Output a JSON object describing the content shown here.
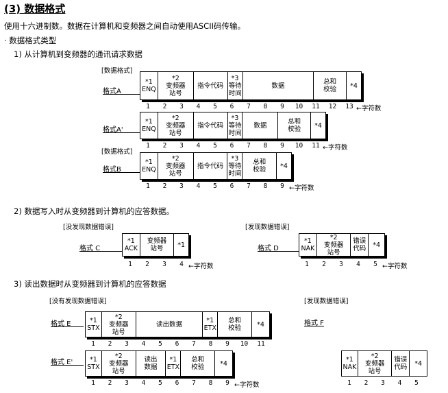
{
  "heading": "(3) 数据格式",
  "intro": "使用十六进制数。数据在计算机和变频器之间自动使用ASCII码传输。",
  "bullet": "· 数据格式类型",
  "section1": "1) 从计算机到变频器的通讯请求数据",
  "section2": "2) 数据写入时从变频器到计算机的应答数据。",
  "section3": "3) 读出数据时从变频器到计算机的应答数据",
  "label_format": "[数据格式]",
  "label_format2": "[数据格式]",
  "label_no_error": "[没发现数据错误]",
  "label_error": "[发现数据错误]",
  "label_no_error3": "[没有发现数据错误]",
  "label_error3": "[发现数据错误]",
  "count_label": "←字符数",
  "frames": {
    "A": {
      "name": "格式A",
      "cells": [
        "*1\nENQ",
        "*2\n变频器\n站号",
        "指令代码",
        "*3\n等待\n时间",
        "数据",
        "总和\n校验",
        "*4"
      ],
      "ticks": [
        "1",
        "2",
        "3",
        "4",
        "5",
        "6",
        "7",
        "8",
        "9",
        "10",
        "11",
        "12",
        "13"
      ]
    },
    "A2": {
      "name": "格式A'",
      "cells": [
        "*1\nENQ",
        "*2\n变频器\n站号",
        "指令代码",
        "*3\n等待\n时间",
        "数据",
        "总和\n校验",
        "*4"
      ],
      "ticks": [
        "1",
        "2",
        "3",
        "4",
        "5",
        "6",
        "7",
        "8",
        "9",
        "10",
        "11"
      ]
    },
    "B": {
      "name": "格式B",
      "cells": [
        "*1\nENQ",
        "*2\n变频器\n站号",
        "指令代码",
        "*3\n等待\n时间",
        "总和\n校验",
        "*4"
      ],
      "ticks": [
        "1",
        "2",
        "3",
        "4",
        "5",
        "6",
        "7",
        "8",
        "9"
      ]
    },
    "C": {
      "name": "格式 C",
      "cells": [
        "*1\nACK",
        "变频器\n站号",
        "*1"
      ],
      "ticks": [
        "1",
        "2",
        "3",
        "4"
      ]
    },
    "D": {
      "name": "格式 D",
      "cells": [
        "*1\nNAK",
        "*2\n变频器\n站号",
        "错误\n代码",
        "*4"
      ],
      "ticks": [
        "1",
        "2",
        "3",
        "4",
        "5"
      ]
    },
    "E": {
      "name": "格式 E",
      "cells": [
        "*1\nSTX",
        "*2\n变频器\n站号",
        "读出数据",
        "*1\nETX",
        "总和\n校验",
        "*4"
      ],
      "ticks": [
        "1",
        "2",
        "3",
        "4",
        "5",
        "6",
        "7",
        "8",
        "9",
        "10",
        "11"
      ]
    },
    "E2": {
      "name": "格式 E'",
      "cells": [
        "*1\nSTX",
        "*2\n变频器\n站号",
        "读出\n数据",
        "*1\nETX",
        "总和\n校验",
        "*4"
      ],
      "ticks": [
        "1",
        "2",
        "3",
        "4",
        "5",
        "6",
        "7",
        "8",
        "9"
      ]
    },
    "F": {
      "name": "格式 F",
      "cells": [
        "*1\nNAK",
        "*2\n变频器\n站号",
        "错误\n代码",
        "*4"
      ],
      "ticks": [
        "1",
        "2",
        "3",
        "4",
        "5"
      ]
    }
  }
}
